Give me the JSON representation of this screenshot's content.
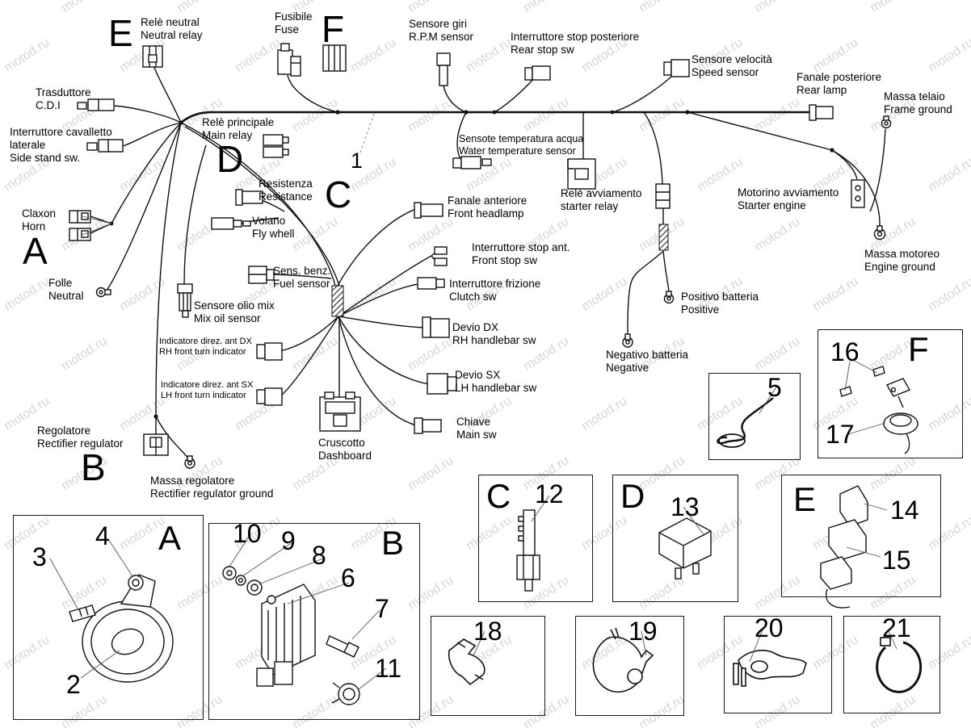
{
  "watermark": "motod.ru",
  "labels": {
    "neutral_relay": "Relè neutral\nNeutral relay",
    "fuse": "Fusibile\nFuse",
    "rpm_sensor": "Sensore giri\nR.P.M sensor",
    "rear_stop_sw": "Interruttore stop posteriore\nRear stop sw",
    "speed_sensor": "Sensore velocità\nSpeed sensor",
    "rear_lamp": "Fanale posteriore\nRear lamp",
    "frame_ground": "Massa telaio\nFrame ground",
    "cdi": "Trasduttore\nC.D.I",
    "side_stand": "Interruttore cavalletto\nlaterale\nSide stand sw.",
    "main_relay": "Relè principale\nMain relay",
    "resistance": "Resistenza\nResistance",
    "water_temp": "Sensote temperatura acqua\nWater temperature sensor",
    "starter_relay": "Relè avviamento\nstarter relay",
    "starter_engine": "Motorino avviamento\nStarter engine",
    "horn": "Claxon\nHorn",
    "flywheel": "Volano\nFly whell",
    "front_headlamp": "Fanale anteriore\nFront headlamp",
    "front_stop_sw": "Interruttore stop ant.\nFront stop sw",
    "clutch_sw": "Interruttore frizione\nClutch sw",
    "engine_ground": "Massa motoreo\nEngine ground",
    "neutral": "Folle\nNeutral",
    "fuel_sensor": "Sens. benz.\nFuel sensor",
    "rh_handlebar": "Devio DX\nRH handlebar sw",
    "mix_oil_sensor": "Sensore olio mix\nMix oil sensor",
    "positive_battery": "Positivo batteria\nPositive",
    "negative_battery": "Negativo batteria\nNegative",
    "rh_turn_indicator": "Indicatore direz. ant DX\nRH front turn indicator",
    "lh_handlebar": "Devio SX\nLH handlebar sw",
    "lh_turn_indicator": "Indicatore direz. ant SX\nLH front turn indicator",
    "main_sw": "Chiave\nMain sw",
    "regulator": "Regolatore\nRectifier regulator",
    "regulator_ground": "Massa regolatore\nRectifier regulator ground",
    "dashboard": "Cruscotto\nDashboard"
  },
  "letters": {
    "a": "A",
    "b": "B",
    "c": "C",
    "d": "D",
    "e": "E",
    "f": "F"
  },
  "numbers": {
    "n1": "1",
    "n2": "2",
    "n3": "3",
    "n4": "4",
    "n5": "5",
    "n6": "6",
    "n7": "7",
    "n8": "8",
    "n9": "9",
    "n10": "10",
    "n11": "11",
    "n12": "12",
    "n13": "13",
    "n14": "14",
    "n15": "15",
    "n16": "16",
    "n17": "17",
    "n18": "18",
    "n19": "19",
    "n20": "20",
    "n21": "21"
  }
}
